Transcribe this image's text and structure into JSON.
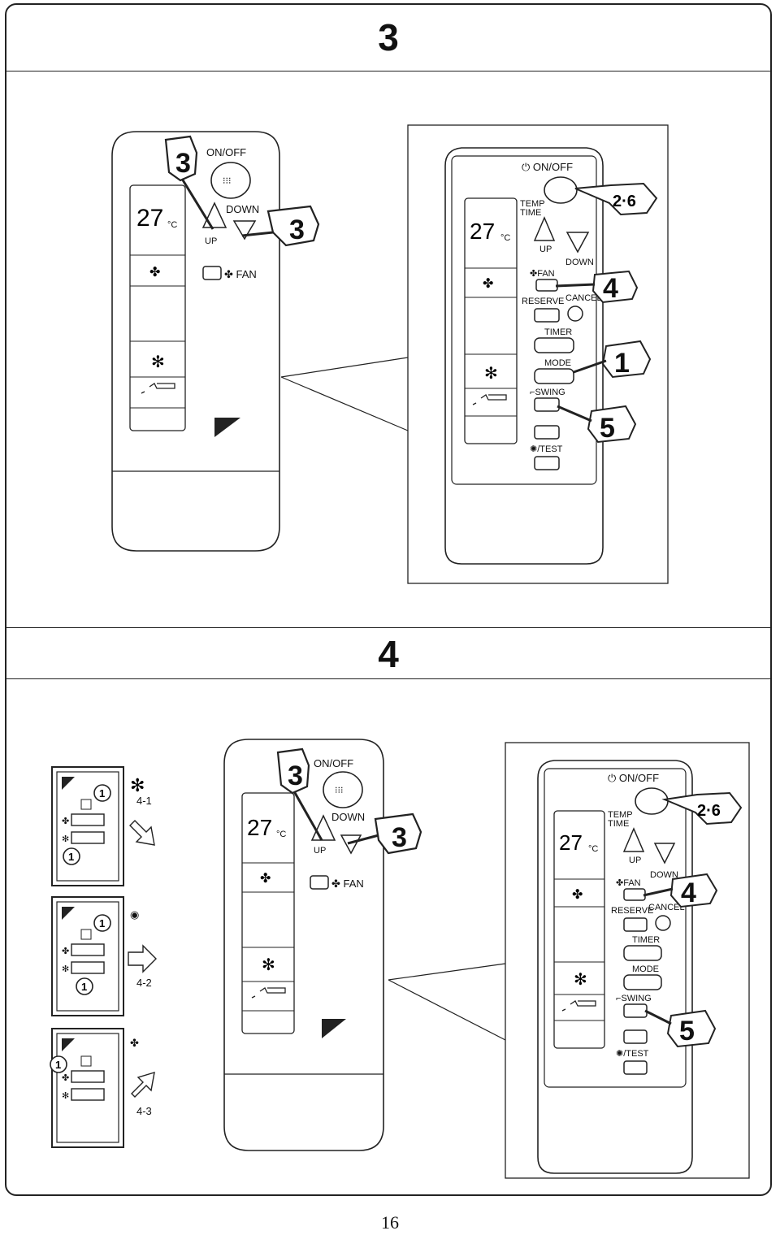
{
  "page_number": "16",
  "sections": [
    {
      "title": "3",
      "remote_simple": {
        "labels": {
          "on_off": "ON/OFF",
          "down": "DOWN",
          "up": "UP",
          "fan": "FAN",
          "temp": "27",
          "unit": "°C"
        },
        "callouts": [
          "3",
          "3"
        ]
      },
      "remote_detail": {
        "labels": {
          "on_off": "ON/OFF",
          "temp_time": "TEMP",
          "time": "TIME",
          "up": "UP",
          "down": "DOWN",
          "fan": "FAN",
          "reserve": "RESERVE",
          "cancel": "CANCEL",
          "timer": "TIMER",
          "mode": "MODE",
          "swing": "SWING",
          "test": "/TEST",
          "temp": "27",
          "unit": "°C"
        },
        "callouts": [
          "2·6",
          "4",
          "1",
          "5"
        ]
      }
    },
    {
      "title": "4",
      "switches": [
        {
          "mode_symbol": "✻",
          "label": "4-1",
          "callouts": [
            "1",
            "1"
          ]
        },
        {
          "mode_symbol": "◉",
          "label": "4-2",
          "callouts": [
            "1",
            "1"
          ]
        },
        {
          "mode_symbol": "✤",
          "label": "4-3",
          "callouts": [
            "1"
          ]
        }
      ],
      "remote_simple": {
        "labels": {
          "on_off": "ON/OFF",
          "down": "DOWN",
          "up": "UP",
          "fan": "FAN",
          "temp": "27",
          "unit": "°C"
        },
        "callouts": [
          "3",
          "3"
        ]
      },
      "remote_detail": {
        "labels": {
          "on_off": "ON/OFF",
          "temp_time": "TEMP",
          "time": "TIME",
          "up": "UP",
          "down": "DOWN",
          "fan": "FAN",
          "reserve": "RESERVE",
          "cancel": "CANCEL",
          "timer": "TIMER",
          "mode": "MODE",
          "swing": "SWING",
          "test": "/TEST",
          "temp": "27",
          "unit": "°C"
        },
        "callouts": [
          "2·6",
          "4",
          "5"
        ]
      }
    }
  ]
}
